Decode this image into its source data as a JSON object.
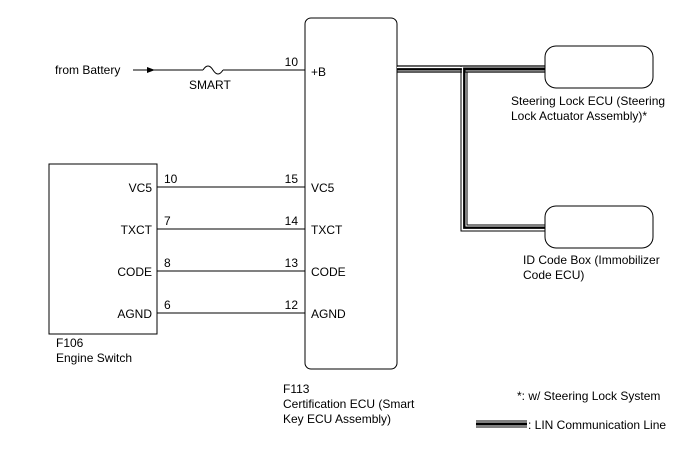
{
  "battery": {
    "label": "from Battery",
    "fuse_label": "SMART"
  },
  "certification_ecu": {
    "code": "F113",
    "name_line1": "Certification ECU (Smart",
    "name_line2": "Key ECU Assembly)",
    "pins": [
      {
        "terminal": "10",
        "label": "+B"
      },
      {
        "terminal": "15",
        "label": "VC5"
      },
      {
        "terminal": "14",
        "label": "TXCT"
      },
      {
        "terminal": "13",
        "label": "CODE"
      },
      {
        "terminal": "12",
        "label": "AGND"
      }
    ]
  },
  "engine_switch": {
    "code": "F106",
    "name": "Engine Switch",
    "pins": [
      {
        "terminal": "10",
        "label": "VC5"
      },
      {
        "terminal": "7",
        "label": "TXCT"
      },
      {
        "terminal": "8",
        "label": "CODE"
      },
      {
        "terminal": "6",
        "label": "AGND"
      }
    ]
  },
  "steering_lock_ecu": {
    "line1": "Steering Lock ECU (Steering",
    "line2": "Lock Actuator Assembly)*"
  },
  "id_code_box": {
    "line1": "ID Code Box (Immobilizer",
    "line2": "Code ECU)"
  },
  "legend": {
    "note": "*: w/ Steering Lock System",
    "lin_label": ": LIN Communication Line"
  }
}
